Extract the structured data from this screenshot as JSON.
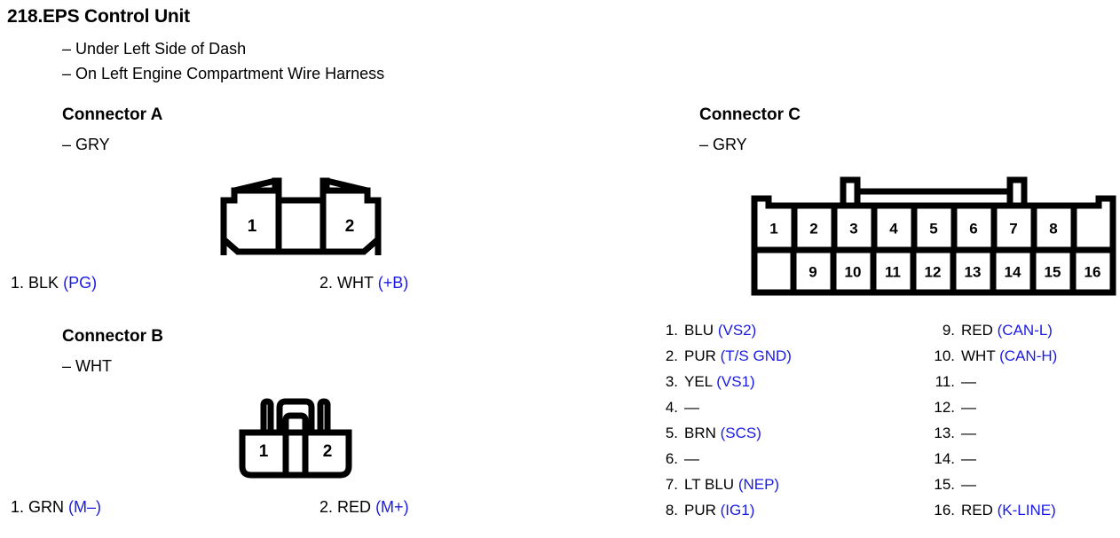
{
  "header": {
    "number": "218.",
    "title": "EPS Control Unit",
    "locations": [
      "– Under Left Side of Dash",
      "– On Left Engine Compartment Wire Harness"
    ]
  },
  "colors": {
    "signal_blue": "#1a1ae6",
    "ink": "#000000",
    "page": "#ffffff"
  },
  "connectors": [
    {
      "id": "A",
      "title": "Connector A",
      "color_line": "– GRY",
      "cavity_labels": [
        "1",
        "2"
      ],
      "pins": [
        {
          "index": "1.",
          "wire": "BLK",
          "signal": "(PG)"
        },
        {
          "index": "2.",
          "wire": "WHT",
          "signal": "(+B)"
        }
      ]
    },
    {
      "id": "B",
      "title": "Connector B",
      "color_line": "– WHT",
      "cavity_labels": [
        "1",
        "2"
      ],
      "pins": [
        {
          "index": "1.",
          "wire": "GRN",
          "signal": "(M–)"
        },
        {
          "index": "2.",
          "wire": "RED",
          "signal": "(M+)"
        }
      ]
    },
    {
      "id": "C",
      "title": "Connector C",
      "color_line": "– GRY",
      "cavity_labels_top": [
        "1",
        "2",
        "3",
        "4",
        "5",
        "6",
        "7",
        "8"
      ],
      "cavity_labels_bottom": [
        "9",
        "10",
        "11",
        "12",
        "13",
        "14",
        "15",
        "16"
      ],
      "pins_left": [
        {
          "index": "1.",
          "wire": "BLU",
          "signal": "(VS2)"
        },
        {
          "index": "2.",
          "wire": "PUR",
          "signal": "(T/S GND)"
        },
        {
          "index": "3.",
          "wire": "YEL",
          "signal": "(VS1)"
        },
        {
          "index": "4.",
          "wire": "—",
          "signal": ""
        },
        {
          "index": "5.",
          "wire": "BRN",
          "signal": "(SCS)"
        },
        {
          "index": "6.",
          "wire": "—",
          "signal": ""
        },
        {
          "index": "7.",
          "wire": "LT BLU",
          "signal": "(NEP)"
        },
        {
          "index": "8.",
          "wire": "PUR",
          "signal": "(IG1)"
        }
      ],
      "pins_right": [
        {
          "index": "9.",
          "wire": "RED",
          "signal": "(CAN-L)"
        },
        {
          "index": "10.",
          "wire": "WHT",
          "signal": "(CAN-H)"
        },
        {
          "index": "11.",
          "wire": "—",
          "signal": ""
        },
        {
          "index": "12.",
          "wire": "—",
          "signal": ""
        },
        {
          "index": "13.",
          "wire": "—",
          "signal": ""
        },
        {
          "index": "14.",
          "wire": "—",
          "signal": ""
        },
        {
          "index": "15.",
          "wire": "—",
          "signal": ""
        },
        {
          "index": "16.",
          "wire": "RED",
          "signal": "(K-LINE)"
        }
      ]
    }
  ]
}
